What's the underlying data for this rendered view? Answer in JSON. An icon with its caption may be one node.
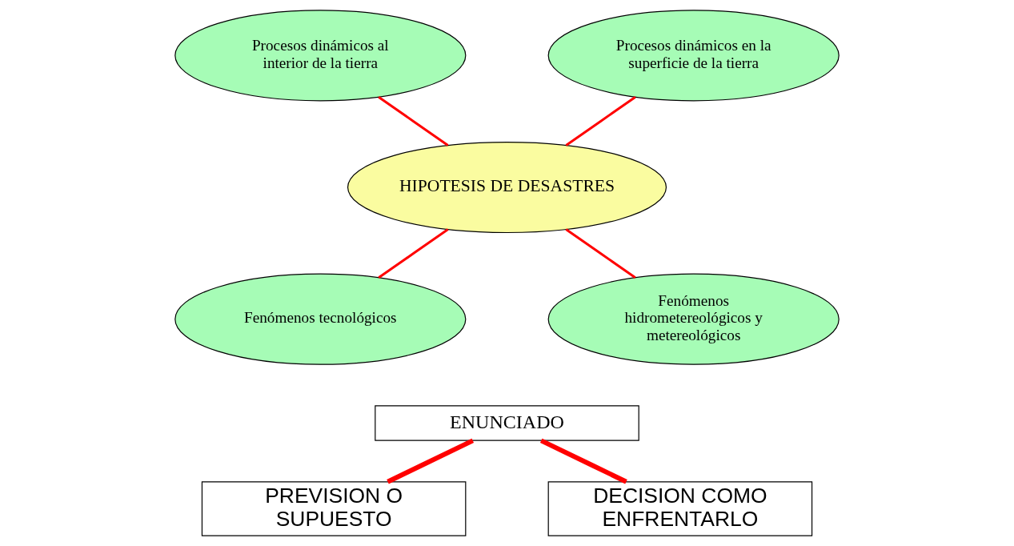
{
  "diagram": {
    "nodes": [
      {
        "text": [
          "Procesos dinámicos al interior de la tierra"
        ]
      },
      {
        "text": [
          "Procesos dinámicos en la superficie de la tierra"
        ]
      },
      {
        "text": [
          "HIPOTESIS DE DESASTRES"
        ]
      },
      {
        "text": [
          "Fenómenos tecnológicos"
        ]
      },
      {
        "text": [
          "Fenómenos hidrometereológicos y metereológicos"
        ]
      },
      {
        "text": [
          "ENUNCIADO"
        ]
      },
      {
        "text": [
          "PREVISION O SUPUESTO"
        ]
      },
      {
        "text": [
          "DECISION COMO ENFRENTARLO"
        ]
      }
    ],
    "edges": [
      {
        "from": 0,
        "to": 2,
        "arrow": "none"
      },
      {
        "from": 1,
        "to": 2,
        "arrow": "none"
      },
      {
        "from": 2,
        "to": 3,
        "arrow": "none"
      },
      {
        "from": 2,
        "to": 4,
        "arrow": "none"
      },
      {
        "from": 5,
        "to": 6,
        "arrow": "none",
        "style": "thick"
      },
      {
        "from": 5,
        "to": 7,
        "arrow": "none",
        "style": "thick"
      }
    ]
  }
}
